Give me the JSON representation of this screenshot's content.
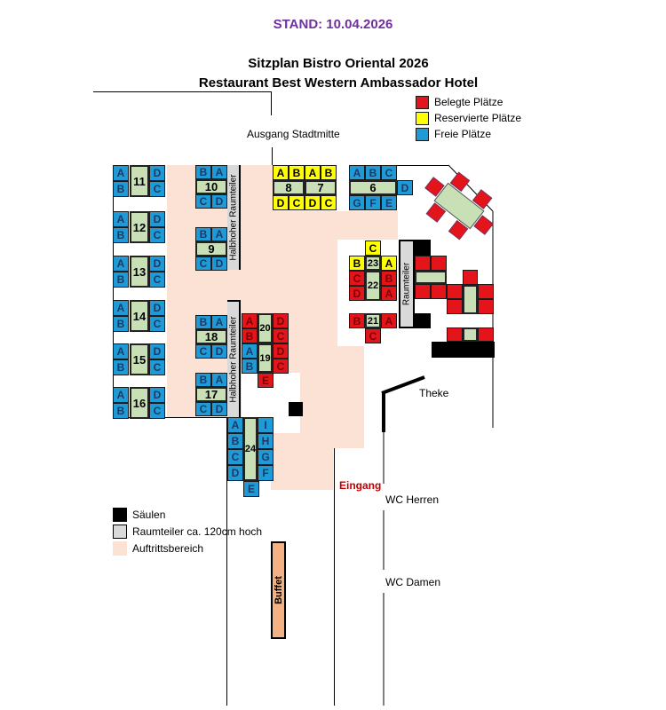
{
  "header": {
    "stand": "STAND: 10.04.2026",
    "title": "Sitzplan Bistro Oriental 2026",
    "subtitle": "Restaurant Best Western Ambassador Hotel"
  },
  "legend_status": [
    {
      "label": "Belegte Plätze",
      "status": "occupied"
    },
    {
      "label": "Reservierte Plätze",
      "status": "reserved"
    },
    {
      "label": "Freie Plätze",
      "status": "free"
    }
  ],
  "legend_areas": [
    {
      "label": "Säulen",
      "kind": "pillar"
    },
    {
      "label": "Raumteiler ca. 120cm hoch",
      "kind": "divider"
    },
    {
      "label": "Auftrittsbereich",
      "kind": "stage"
    }
  ],
  "labels": {
    "exit": "Ausgang Stadtmitte",
    "bar": "Theke",
    "entrance": "Eingang",
    "wc_men": "WC Herren",
    "wc_women": "WC Damen",
    "buffet": "Buffet",
    "divider_half": "Halbhoher Raumteiler",
    "divider": "Raumteiler"
  },
  "colors": {
    "occupied": "#e4141b",
    "reserved": "#ffff00",
    "free": "#1e9bd7",
    "table": "#c9dfb6",
    "stage": "#fbe2d5",
    "divider": "#d9d9d9",
    "stand": "#7030a0",
    "entrance": "#c00000"
  },
  "tables": [
    {
      "number": "11",
      "seats": [
        {
          "label": "A",
          "status": "free"
        },
        {
          "label": "B",
          "status": "free"
        },
        {
          "label": "D",
          "status": "free"
        },
        {
          "label": "C",
          "status": "free"
        }
      ]
    },
    {
      "number": "12",
      "seats": [
        {
          "label": "A",
          "status": "free"
        },
        {
          "label": "B",
          "status": "free"
        },
        {
          "label": "D",
          "status": "free"
        },
        {
          "label": "C",
          "status": "free"
        }
      ]
    },
    {
      "number": "13",
      "seats": [
        {
          "label": "A",
          "status": "free"
        },
        {
          "label": "B",
          "status": "free"
        },
        {
          "label": "D",
          "status": "free"
        },
        {
          "label": "C",
          "status": "free"
        }
      ]
    },
    {
      "number": "14",
      "seats": [
        {
          "label": "A",
          "status": "free"
        },
        {
          "label": "B",
          "status": "free"
        },
        {
          "label": "D",
          "status": "free"
        },
        {
          "label": "C",
          "status": "free"
        }
      ]
    },
    {
      "number": "15",
      "seats": [
        {
          "label": "A",
          "status": "free"
        },
        {
          "label": "B",
          "status": "free"
        },
        {
          "label": "D",
          "status": "free"
        },
        {
          "label": "C",
          "status": "free"
        }
      ]
    },
    {
      "number": "16",
      "seats": [
        {
          "label": "A",
          "status": "free"
        },
        {
          "label": "B",
          "status": "free"
        },
        {
          "label": "D",
          "status": "free"
        },
        {
          "label": "C",
          "status": "free"
        }
      ]
    },
    {
      "number": "10",
      "seats": [
        {
          "label": "B",
          "status": "free"
        },
        {
          "label": "A",
          "status": "free"
        },
        {
          "label": "C",
          "status": "free"
        },
        {
          "label": "D",
          "status": "free"
        }
      ]
    },
    {
      "number": "9",
      "seats": [
        {
          "label": "B",
          "status": "free"
        },
        {
          "label": "A",
          "status": "free"
        },
        {
          "label": "C",
          "status": "free"
        },
        {
          "label": "D",
          "status": "free"
        }
      ]
    },
    {
      "number": "18",
      "seats": [
        {
          "label": "B",
          "status": "free"
        },
        {
          "label": "A",
          "status": "free"
        },
        {
          "label": "C",
          "status": "free"
        },
        {
          "label": "D",
          "status": "free"
        }
      ]
    },
    {
      "number": "17",
      "seats": [
        {
          "label": "B",
          "status": "free"
        },
        {
          "label": "A",
          "status": "free"
        },
        {
          "label": "C",
          "status": "free"
        },
        {
          "label": "D",
          "status": "free"
        }
      ]
    },
    {
      "number": "8",
      "seats": [
        {
          "label": "A",
          "status": "reserved"
        },
        {
          "label": "B",
          "status": "reserved"
        },
        {
          "label": "D",
          "status": "reserved"
        },
        {
          "label": "C",
          "status": "reserved"
        }
      ]
    },
    {
      "number": "7",
      "seats": [
        {
          "label": "A",
          "status": "reserved"
        },
        {
          "label": "B",
          "status": "reserved"
        },
        {
          "label": "D",
          "status": "reserved"
        },
        {
          "label": "C",
          "status": "reserved"
        }
      ]
    },
    {
      "number": "6",
      "seats": [
        {
          "label": "A",
          "status": "free"
        },
        {
          "label": "B",
          "status": "free"
        },
        {
          "label": "C",
          "status": "free"
        },
        {
          "label": "D",
          "status": "free"
        },
        {
          "label": "G",
          "status": "free"
        },
        {
          "label": "F",
          "status": "free"
        },
        {
          "label": "E",
          "status": "free"
        }
      ]
    },
    {
      "number": "23",
      "seats": [
        {
          "label": "C",
          "status": "reserved"
        },
        {
          "label": "B",
          "status": "reserved"
        },
        {
          "label": "A",
          "status": "reserved"
        }
      ]
    },
    {
      "number": "22",
      "seats": [
        {
          "label": "C",
          "status": "occupied"
        },
        {
          "label": "D",
          "status": "occupied"
        },
        {
          "label": "B",
          "status": "occupied"
        },
        {
          "label": "A",
          "status": "occupied"
        }
      ]
    },
    {
      "number": "21",
      "seats": [
        {
          "label": "B",
          "status": "occupied"
        },
        {
          "label": "A",
          "status": "occupied"
        },
        {
          "label": "C",
          "status": "occupied"
        }
      ]
    },
    {
      "number": "20",
      "seats": [
        {
          "label": "A",
          "status": "occupied"
        },
        {
          "label": "B",
          "status": "occupied"
        },
        {
          "label": "D",
          "status": "occupied"
        },
        {
          "label": "C",
          "status": "occupied"
        }
      ]
    },
    {
      "number": "19",
      "seats": [
        {
          "label": "A",
          "status": "free"
        },
        {
          "label": "B",
          "status": "free"
        },
        {
          "label": "D",
          "status": "occupied"
        },
        {
          "label": "C",
          "status": "occupied"
        },
        {
          "label": "E",
          "status": "occupied"
        }
      ]
    },
    {
      "number": "24",
      "seats": [
        {
          "label": "A",
          "status": "free"
        },
        {
          "label": "B",
          "status": "free"
        },
        {
          "label": "C",
          "status": "free"
        },
        {
          "label": "D",
          "status": "free"
        },
        {
          "label": "I",
          "status": "free"
        },
        {
          "label": "H",
          "status": "free"
        },
        {
          "label": "G",
          "status": "free"
        },
        {
          "label": "F",
          "status": "free"
        },
        {
          "label": "E",
          "status": "free"
        }
      ]
    }
  ]
}
